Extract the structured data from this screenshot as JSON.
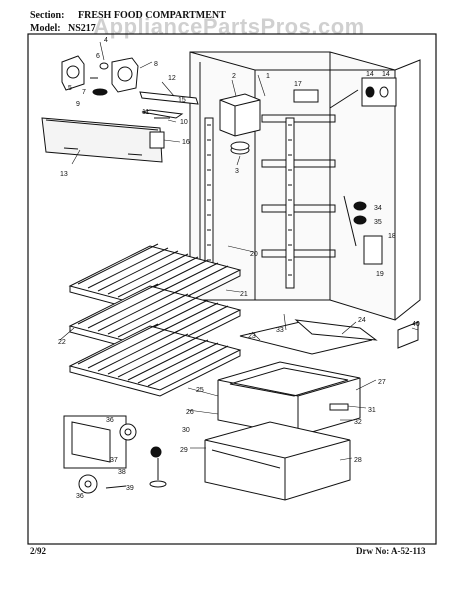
{
  "header": {
    "section_label": "Section:",
    "section_title": "FRESH FOOD COMPARTMENT",
    "model_label": "Model:",
    "model_value": "NS217"
  },
  "watermark": "AppliancePartsPros.com",
  "footer": {
    "date": "2/92",
    "drawing_number": "Drw No: A-52-113"
  },
  "callouts": [
    "1",
    "2",
    "3",
    "4",
    "5",
    "6",
    "7",
    "8",
    "9",
    "10",
    "11",
    "12",
    "13",
    "14",
    "14",
    "15",
    "16",
    "17",
    "18",
    "19",
    "20",
    "21",
    "22",
    "23",
    "24",
    "25",
    "26",
    "27",
    "28",
    "29",
    "30",
    "31",
    "32",
    "33",
    "34",
    "35",
    "36",
    "36",
    "37",
    "38",
    "39",
    "40"
  ]
}
